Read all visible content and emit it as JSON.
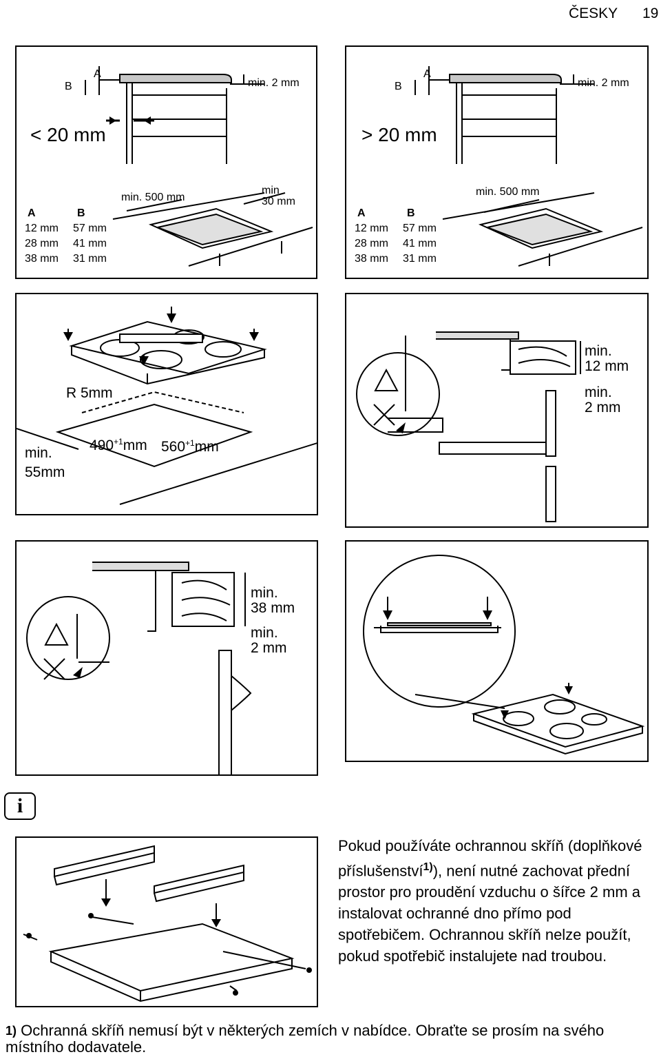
{
  "header": {
    "language": "ČESKY",
    "page_number": "19"
  },
  "fig1": {
    "label_a": "A",
    "label_b": "B",
    "gap": "< 20 mm",
    "min_2": "min. 2 mm",
    "min_500": "min. 500 mm",
    "min_30_line1": "min",
    "min_30_line2": "30 mm",
    "table": {
      "headers": [
        "A",
        "B"
      ],
      "rows": [
        [
          "12 mm",
          "57 mm"
        ],
        [
          "28 mm",
          "41 mm"
        ],
        [
          "38 mm",
          "31 mm"
        ]
      ]
    }
  },
  "fig2": {
    "label_a": "A",
    "label_b": "B",
    "gap": "> 20 mm",
    "min_2": "min. 2 mm",
    "min_500": "min. 500 mm",
    "table": {
      "headers": [
        "A",
        "B"
      ],
      "rows": [
        [
          "12 mm",
          "57 mm"
        ],
        [
          "28 mm",
          "41 mm"
        ],
        [
          "38 mm",
          "31 mm"
        ]
      ]
    }
  },
  "fig3": {
    "radius": "R 5mm",
    "width_base": "490",
    "width_sup": "+1",
    "width_unit": "mm",
    "depth_base": "560",
    "depth_sup": "+1",
    "depth_unit": "mm",
    "min_55_line1": "min.",
    "min_55_line2": "55mm"
  },
  "fig4": {
    "min_12_line1": "min.",
    "min_12_line2": "12 mm",
    "min_2_line1": "min.",
    "min_2_line2": "2 mm"
  },
  "fig5": {
    "min_38_line1": "min.",
    "min_38_line2": "38 mm",
    "min_2_line1": "min.",
    "min_2_line2": "2 mm"
  },
  "info": {
    "icon": "info-icon",
    "paragraph_1a": "Pokud používáte ochrannou skříň (do­plňkové příslušenství",
    "footnote_ref": "1)",
    "paragraph_1b": "), není nutné za­chovat přední prostor pro proudění vzdu­chu o šířce 2 mm a instalovat ochranné dno přímo pod spotřebičem.",
    "paragraph_2": "Ochrannou skříň nelze použít, pokud spotřebič instalujete nad troubou."
  },
  "footnote": {
    "marker": "1)",
    "text": "Ochranná skříň nemusí být v některých zemích v nabídce. Obraťte se prosím na svého místního dodavatele."
  }
}
